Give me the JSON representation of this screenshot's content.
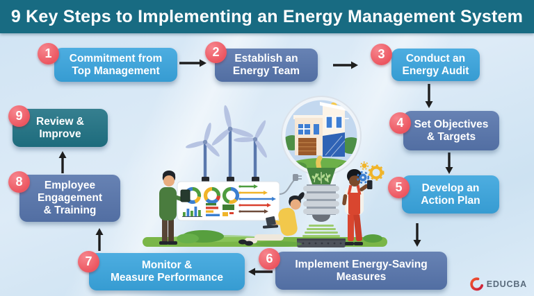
{
  "header": {
    "title": "9 Key Steps to Implementing an Energy Management System"
  },
  "steps": [
    {
      "number": "1",
      "label": "Commitment from\nTop Management"
    },
    {
      "number": "2",
      "label": "Establish an\nEnergy Team"
    },
    {
      "number": "3",
      "label": "Conduct an\nEnergy Audit"
    },
    {
      "number": "4",
      "label": "Set Objectives\n& Targets"
    },
    {
      "number": "5",
      "label": "Develop an\nAction Plan"
    },
    {
      "number": "6",
      "label": "Implement Energy-Saving\nMeasures"
    },
    {
      "number": "7",
      "label": "Monitor &\nMeasure Performance"
    },
    {
      "number": "8",
      "label": "Employee\nEngagement\n& Training"
    },
    {
      "number": "9",
      "label": "Review &\nImprove"
    }
  ],
  "illustration": {
    "icons": [
      "wind-turbine",
      "analytics-dashboard",
      "donut-chart",
      "bar-chart",
      "trend-arrows",
      "light-bulb-house",
      "sun",
      "man-with-tablet",
      "woman-with-laptop",
      "person-with-phone",
      "gears",
      "grass"
    ]
  },
  "logo": {
    "text": "EDUCBA"
  },
  "colors": {
    "title_bar": "#186b82",
    "box_light_blue": "#39a4dd",
    "box_slate_blue": "#5674ab",
    "box_teal": "#1f7183",
    "badge_red": "#ec555f",
    "arrow": "#1e1e1e",
    "background": "#d7e8f5"
  }
}
